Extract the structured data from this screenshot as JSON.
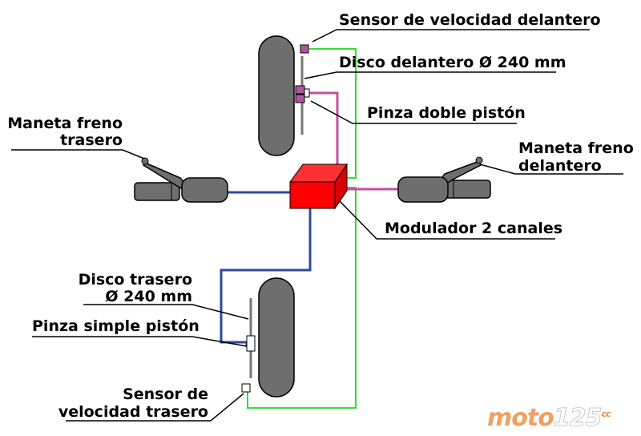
{
  "labels": {
    "front_speed_sensor": "Sensor de velocidad delantero",
    "front_disc": "Disco delantero Ø 240 mm",
    "double_piston_caliper": "Pinza doble pistón",
    "rear_brake_lever_l1": "Maneta freno",
    "rear_brake_lever_l2": "trasero",
    "front_brake_lever_l1": "Maneta freno",
    "front_brake_lever_l2": "delantero",
    "modulator": "Modulador 2 canales",
    "rear_disc_l1": "Disco trasero",
    "rear_disc_l2": "Ø 240 mm",
    "single_piston_caliper": "Pinza simple pistón",
    "rear_speed_sensor_l1": "Sensor de",
    "rear_speed_sensor_l2": "velocidad trasero"
  },
  "watermark": {
    "part1": "moto",
    "part2": "125",
    "sup": "cc"
  },
  "colors": {
    "brake_line_blue": "#2b4a9a",
    "brake_line_magenta": "#c050a0",
    "sensor_wire_green": "#33dd33",
    "modulator_red": "#ff0000",
    "tire_gray": "#6e6e6e",
    "accent_orange": "#f0a060"
  }
}
